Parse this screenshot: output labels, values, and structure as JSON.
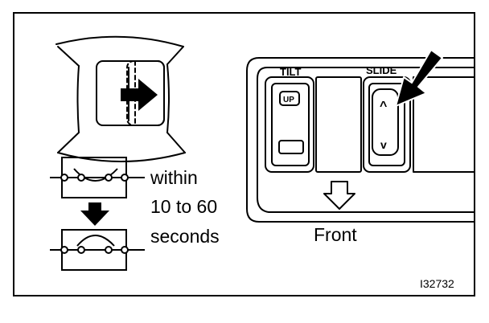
{
  "diagram": {
    "caption_lines": [
      "within",
      "10 to 60",
      "seconds"
    ],
    "front_label": "Front",
    "switch_panel": {
      "tilt_label": "TILT",
      "slide_label": "SLIDE",
      "up_label": "UP",
      "slide_up_glyph": "^",
      "slide_down_glyph": "v"
    },
    "figure_id": "I32732"
  }
}
